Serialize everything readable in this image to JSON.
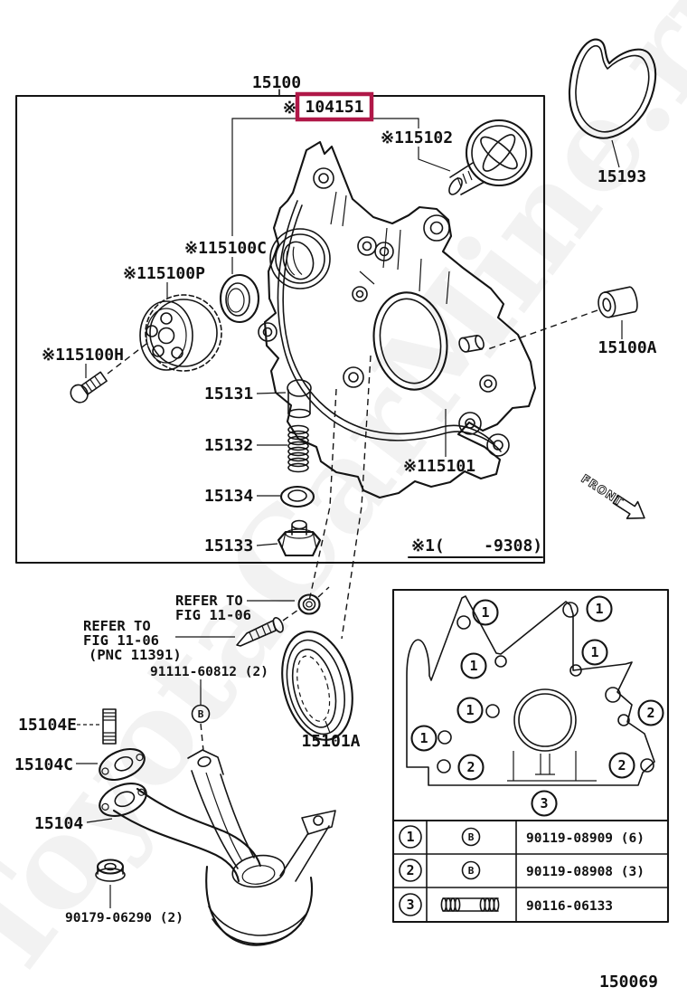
{
  "page": {
    "footer_code": "150069",
    "watermark": "ToyotaCarMine.ru",
    "highlight_color": "#b01848",
    "front_label": "FRONT"
  },
  "labels": {
    "assembly": "15100",
    "kit_mark": "※",
    "kit_number": "104151",
    "rotor": "※115102",
    "belt": "15193",
    "front_seal": "※115100C",
    "pulley": "※115100P",
    "pulley_bolt": "※115100H",
    "relief_plug": "15131",
    "relief_spring": "15132",
    "relief_washer": "15134",
    "relief_nut": "15133",
    "pump_body": "※115101",
    "dowel": "15100A",
    "note": "※1(    -9308)",
    "crank_seal": "15101A",
    "refer_a": [
      "REFER TO",
      "FIG 11-06"
    ],
    "refer_b": [
      "REFER TO",
      "FIG 11-06",
      "(PNC 11391)"
    ],
    "union_bolt": "91111-60812 (2)",
    "b_symbol": "B",
    "stud": "15104E",
    "strainer_gasket": "15104C",
    "strainer": "15104",
    "strainer_nut": "90179-06290 (2)"
  },
  "inset": {
    "callouts": [
      "1",
      "1",
      "1",
      "1",
      "1",
      "1",
      "2",
      "2",
      "2",
      "3"
    ]
  },
  "table": {
    "rows": [
      {
        "no": "1",
        "icon": "bolt-b-icon",
        "part": "90119-08909 (6)"
      },
      {
        "no": "2",
        "icon": "bolt-b-icon",
        "part": "90119-08908 (3)"
      },
      {
        "no": "3",
        "icon": "stud-icon",
        "part": "90116-06133"
      }
    ]
  }
}
